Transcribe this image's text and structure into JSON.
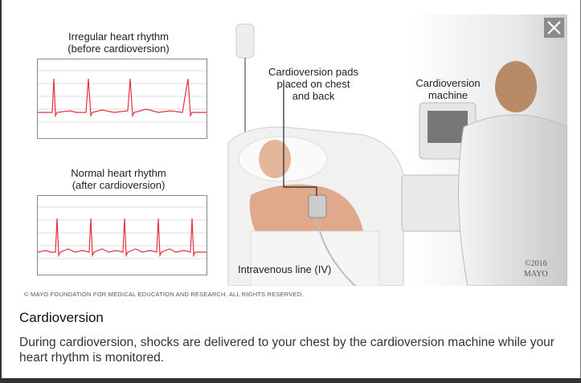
{
  "illustration": {
    "irregular_label_1": "Irregular heart rhythm",
    "irregular_label_2": "(before cardioversion)",
    "normal_label_1": "Normal heart rhythm",
    "normal_label_2": "(after cardioversion)",
    "pads_label_1": "Cardioversion pads",
    "pads_label_2": "placed on chest",
    "pads_label_3": "and back",
    "machine_label_1": "Cardioversion",
    "machine_label_2": "machine",
    "iv_label": "Intravenous line (IV)",
    "mark_1": "©2016",
    "mark_2": "MAYO"
  },
  "copyright": "© MAYO FOUNDATION FOR MEDICAL EDUCATION AND RESEARCH. ALL RIGHTS RESERVED.",
  "caption": {
    "title": "Cardioversion",
    "description": "During cardioversion, shocks are delivered to your chest by the cardioversion machine while your heart rhythm is monitored."
  },
  "colors": {
    "ecg_line": "#e0323c",
    "close_bg": "#8c8c8c"
  }
}
